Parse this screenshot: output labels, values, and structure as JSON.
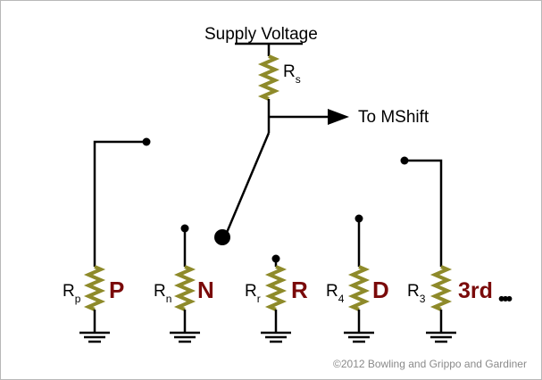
{
  "colors": {
    "resistor": "#8e8a2a",
    "gear_letter": "#7a0a0a",
    "line": "#000000",
    "copyright": "#8a8a8a"
  },
  "supply": {
    "label": "Supply Voltage"
  },
  "series_resistor": {
    "label": "R",
    "subscript": "s"
  },
  "output": {
    "label": "To MShift"
  },
  "positions": [
    {
      "id": "p",
      "r_label": "R",
      "r_sub": "p",
      "gear": "P"
    },
    {
      "id": "n",
      "r_label": "R",
      "r_sub": "n",
      "gear": "N"
    },
    {
      "id": "r",
      "r_label": "R",
      "r_sub": "r",
      "gear": "R"
    },
    {
      "id": "d",
      "r_label": "R",
      "r_sub": "4",
      "gear": "D"
    },
    {
      "id": "3rd",
      "r_label": "R",
      "r_sub": "3",
      "gear": "3rd"
    }
  ],
  "ellipsis": "•••",
  "copyright": "©2012 Bowling and Grippo and Gardiner"
}
